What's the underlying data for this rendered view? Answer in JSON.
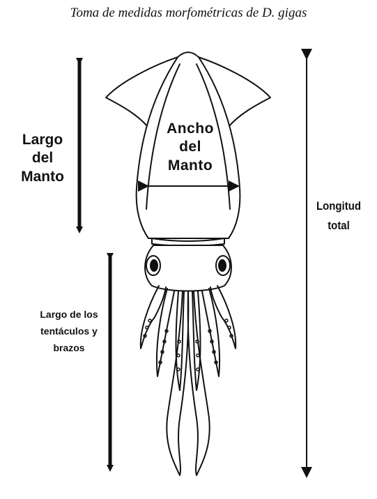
{
  "caption": "Toma de medidas morfométricas de D. gigas",
  "labels": {
    "largo_manto": [
      "Largo",
      "del",
      "Manto"
    ],
    "ancho_manto": [
      "Ancho",
      "del",
      "Manto"
    ],
    "longitud_total": [
      "Longitud",
      "total"
    ],
    "largo_tentaculos": [
      "Largo de los",
      "tentáculos y",
      "brazos"
    ]
  },
  "colors": {
    "ink": "#111111",
    "background": "#ffffff"
  }
}
